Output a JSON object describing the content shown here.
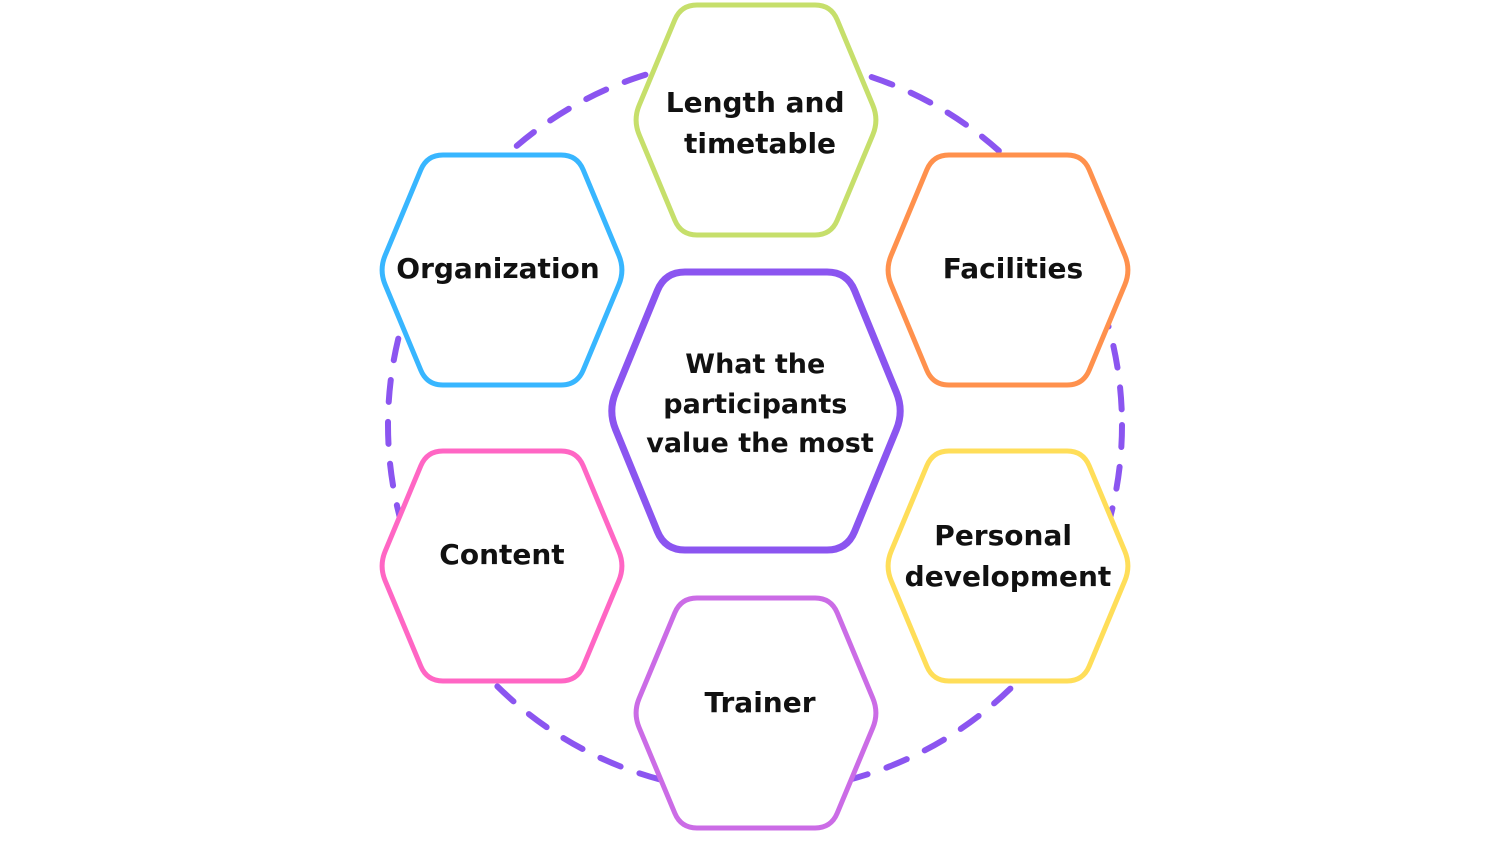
{
  "diagram": {
    "center": {
      "lines": [
        "What the",
        "participants",
        "value the most"
      ],
      "color": "#8B55F0"
    },
    "ring_color": "#8B55F0",
    "nodes": [
      {
        "id": "length-and-timetable",
        "lines": [
          "Length and",
          "timetable"
        ],
        "color": "#C6DF6B"
      },
      {
        "id": "facilities",
        "lines": [
          "Facilities"
        ],
        "color": "#FF914D"
      },
      {
        "id": "personal-development",
        "lines": [
          "Personal",
          "development"
        ],
        "color": "#FFDE59"
      },
      {
        "id": "trainer",
        "lines": [
          "Trainer"
        ],
        "color": "#CB6CE6"
      },
      {
        "id": "content",
        "lines": [
          "Content"
        ],
        "color": "#FF66C4"
      },
      {
        "id": "organization",
        "lines": [
          "Organization"
        ],
        "color": "#38B6FF"
      }
    ]
  }
}
